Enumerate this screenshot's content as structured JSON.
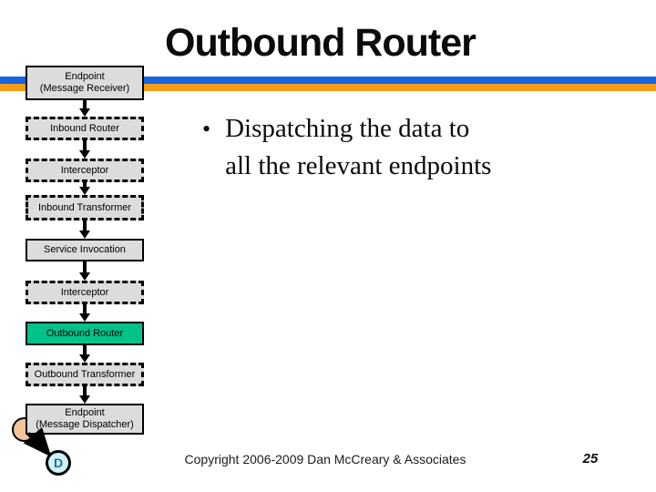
{
  "slide": {
    "title": "Outbound Router",
    "bullet": {
      "glyph": "•",
      "text": "Dispatching the data to all the relevant endpoints"
    },
    "footer": {
      "copyright": "Copyright 2006-2009 Dan McCreary & Associates",
      "page_number": "25"
    }
  },
  "flowchart": {
    "nodes": [
      {
        "id": "endpoint-receiver",
        "line1": "Endpoint",
        "line2": "(Message Receiver)",
        "style": "solid"
      },
      {
        "id": "inbound-router",
        "line1": "Inbound Router",
        "style": "dashed"
      },
      {
        "id": "interceptor-1",
        "line1": "Interceptor",
        "style": "dashed"
      },
      {
        "id": "inbound-transformer",
        "line1": "Inbound Transformer",
        "style": "dashed"
      },
      {
        "id": "service-invocation",
        "line1": "Service Invocation",
        "style": "solid"
      },
      {
        "id": "interceptor-2",
        "line1": "Interceptor",
        "style": "dashed"
      },
      {
        "id": "outbound-router",
        "line1": "Outbound Router",
        "style": "solid",
        "highlighted": true
      },
      {
        "id": "outbound-transformer",
        "line1": "Outbound Transformer",
        "style": "dashed"
      },
      {
        "id": "endpoint-dispatcher",
        "line1": "Endpoint",
        "line2": "(Message Dispatcher)",
        "style": "solid"
      }
    ],
    "dispatcher_circle_letter": "D"
  },
  "colors": {
    "stripe_blue": "#1566E0",
    "stripe_orange": "#F59C14",
    "node_fill_gray": "#DCDCDC",
    "node_highlight_green": "#00C389",
    "adapter_circle_peach": "#F2C498",
    "dispatcher_circle_fill": "#CFF2F7",
    "dispatcher_letter_color": "#1C6E9C"
  }
}
